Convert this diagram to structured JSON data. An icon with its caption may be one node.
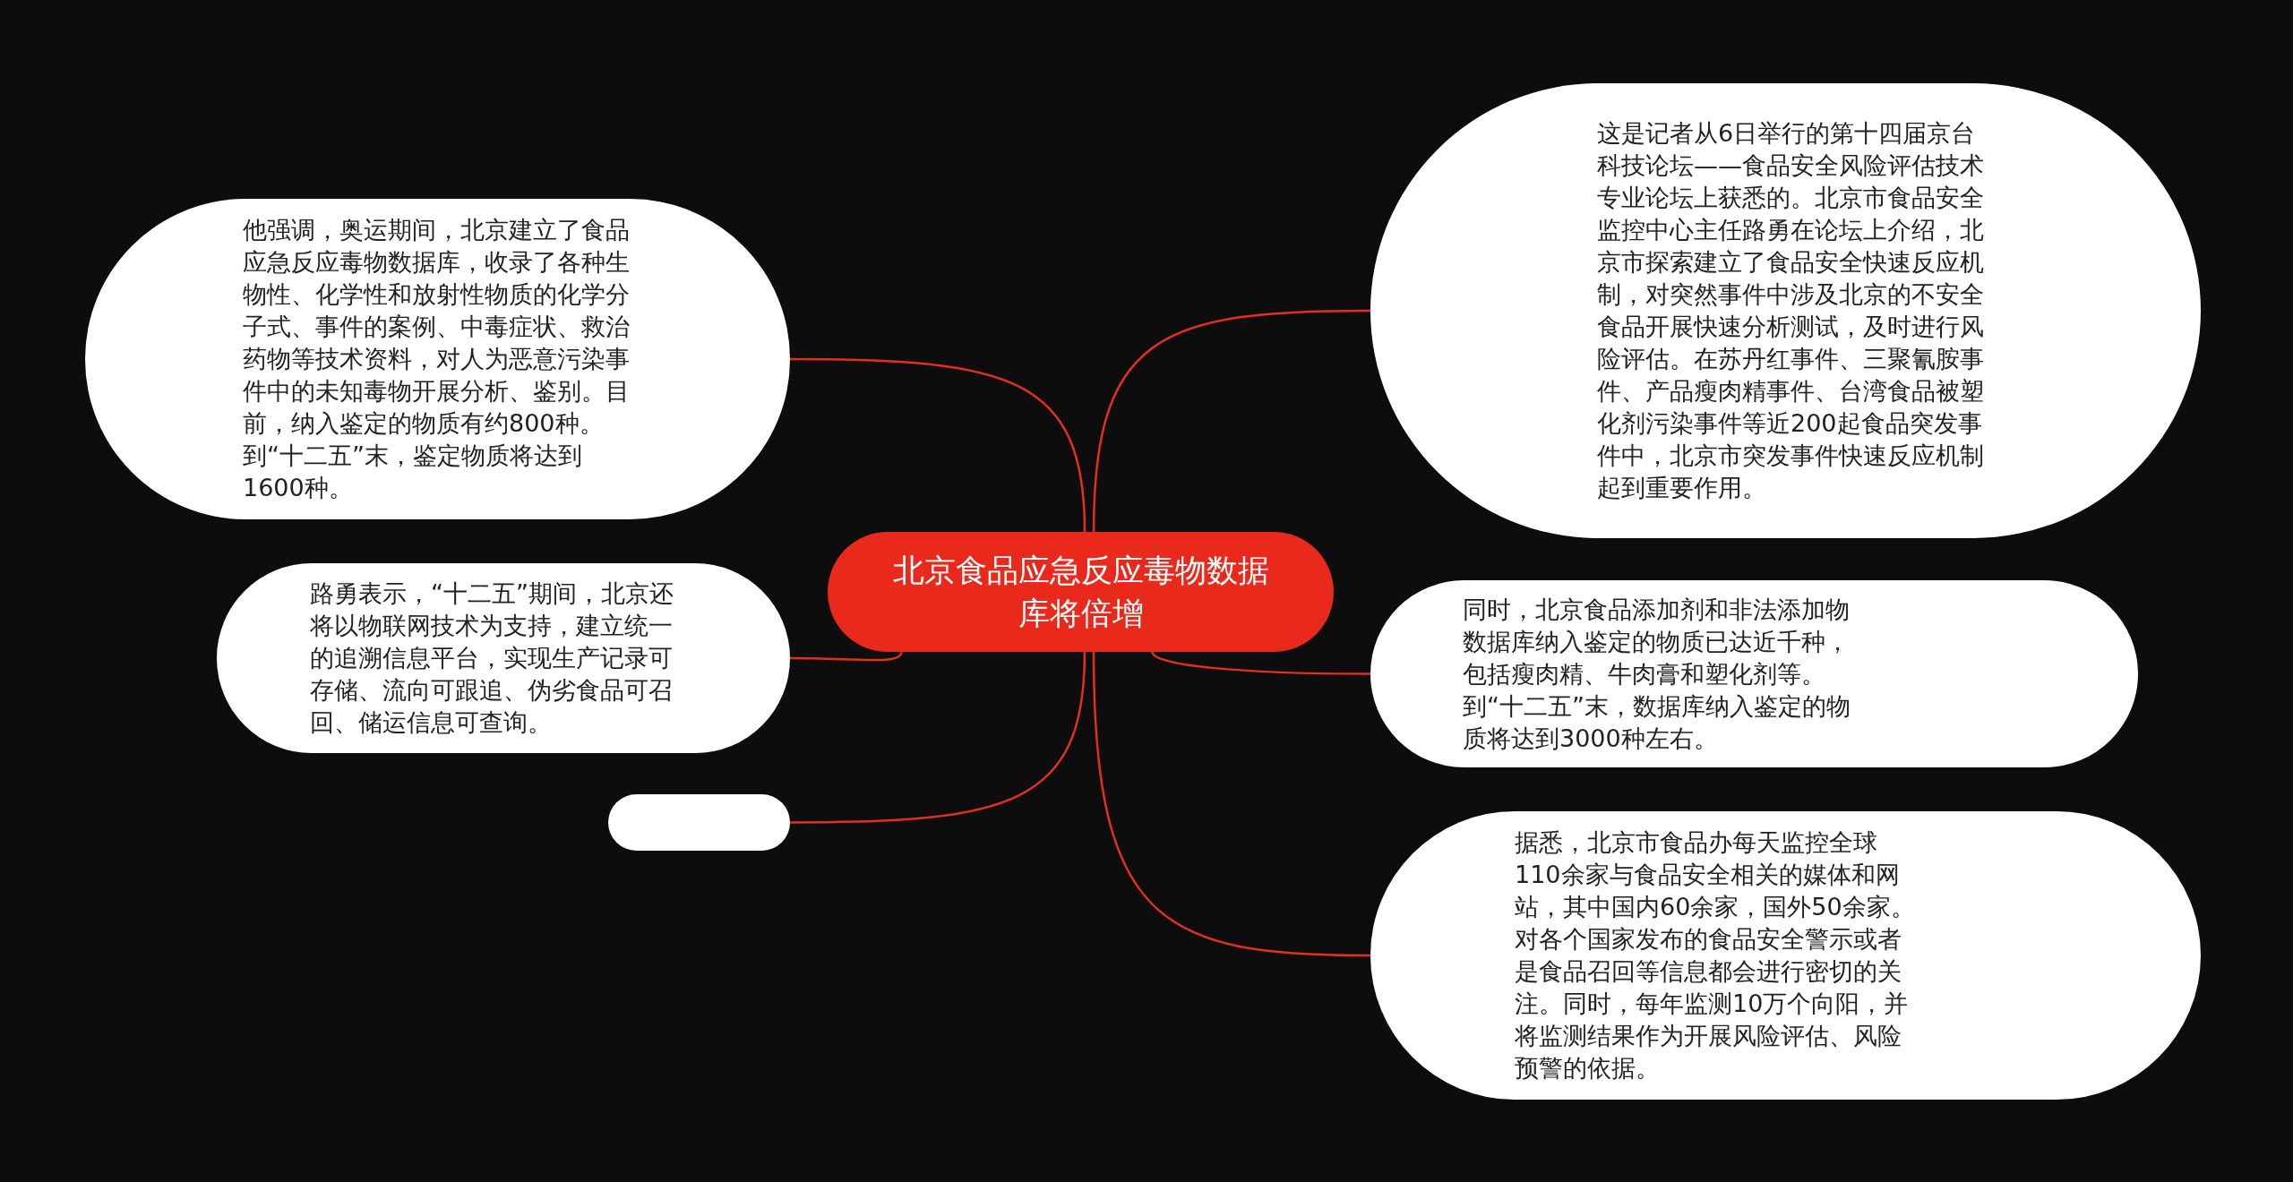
{
  "diagram": {
    "nodes": [
      {
        "text": [
          "北京食品应急反应毒物数据库将倍增"
        ]
      },
      {
        "text": [
          "他强调，奥运期间，北京建立了食品应急反应毒物数据库，收录了各种生物性、化学性和放射性物质的化学分子式、事件的案例、中毒症状、救治药物等技术资料，对人为恶意污染事件中的未知毒物开展分析、鉴别。目前，纳入鉴定的物质有约800种。到“十二五”末，鉴定物质将达到1600种。"
        ]
      },
      {
        "text": [
          "路勇表示，“十二五”期间，北京还将以物联网技术为支持，建立统一的追溯信息平台，实现生产记录可存储、流向可跟追、伪劣食品可召回、储运信息可查询。"
        ]
      },
      {
        "text": [],
        "shape": "box"
      },
      {
        "text": [
          "这是记者从6日举行的第十四届京台科技论坛——食品安全风险评估技术专业论坛上获悉的。北京市食品安全监控中心主任路勇在论坛上介绍，北京市探索建立了食品安全快速反应机制，对突然事件中涉及北京的不安全食品开展快速分析测试，及时进行风险评估。在苏丹红事件、三聚氰胺事件、产品瘦肉精事件、台湾食品被塑化剂污染事件等近200起食品突发事件中，北京市突发事件快速反应机制起到重要作用。"
        ]
      },
      {
        "text": [
          "同时，北京食品添加剂和非法添加物数据库纳入鉴定的物质已达近千种，包括瘦肉精、牛肉膏和塑化剂等。到“十二五”末，数据库纳入鉴定的物质将达到3000种左右。"
        ]
      },
      {
        "text": [
          "据悉，北京市食品办每天监控全球110余家与食品安全相关的媒体和网站，其中国内60余家，国外50余家。对各个国家发布的食品安全警示或者是食品召回等信息都会进行密切的关注。同时，每年监测10万个向阳，并将监测结果作为开展风险评估、风险预警的依据。"
        ]
      }
    ],
    "edges": [
      {
        "from": 0,
        "to": 1,
        "arrow": "none"
      },
      {
        "from": 0,
        "to": 2,
        "arrow": "none"
      },
      {
        "from": 0,
        "to": 3,
        "arrow": "none"
      },
      {
        "from": 0,
        "to": 4,
        "arrow": "none"
      },
      {
        "from": 0,
        "to": 5,
        "arrow": "none"
      },
      {
        "from": 0,
        "to": 6,
        "arrow": "none"
      }
    ]
  }
}
